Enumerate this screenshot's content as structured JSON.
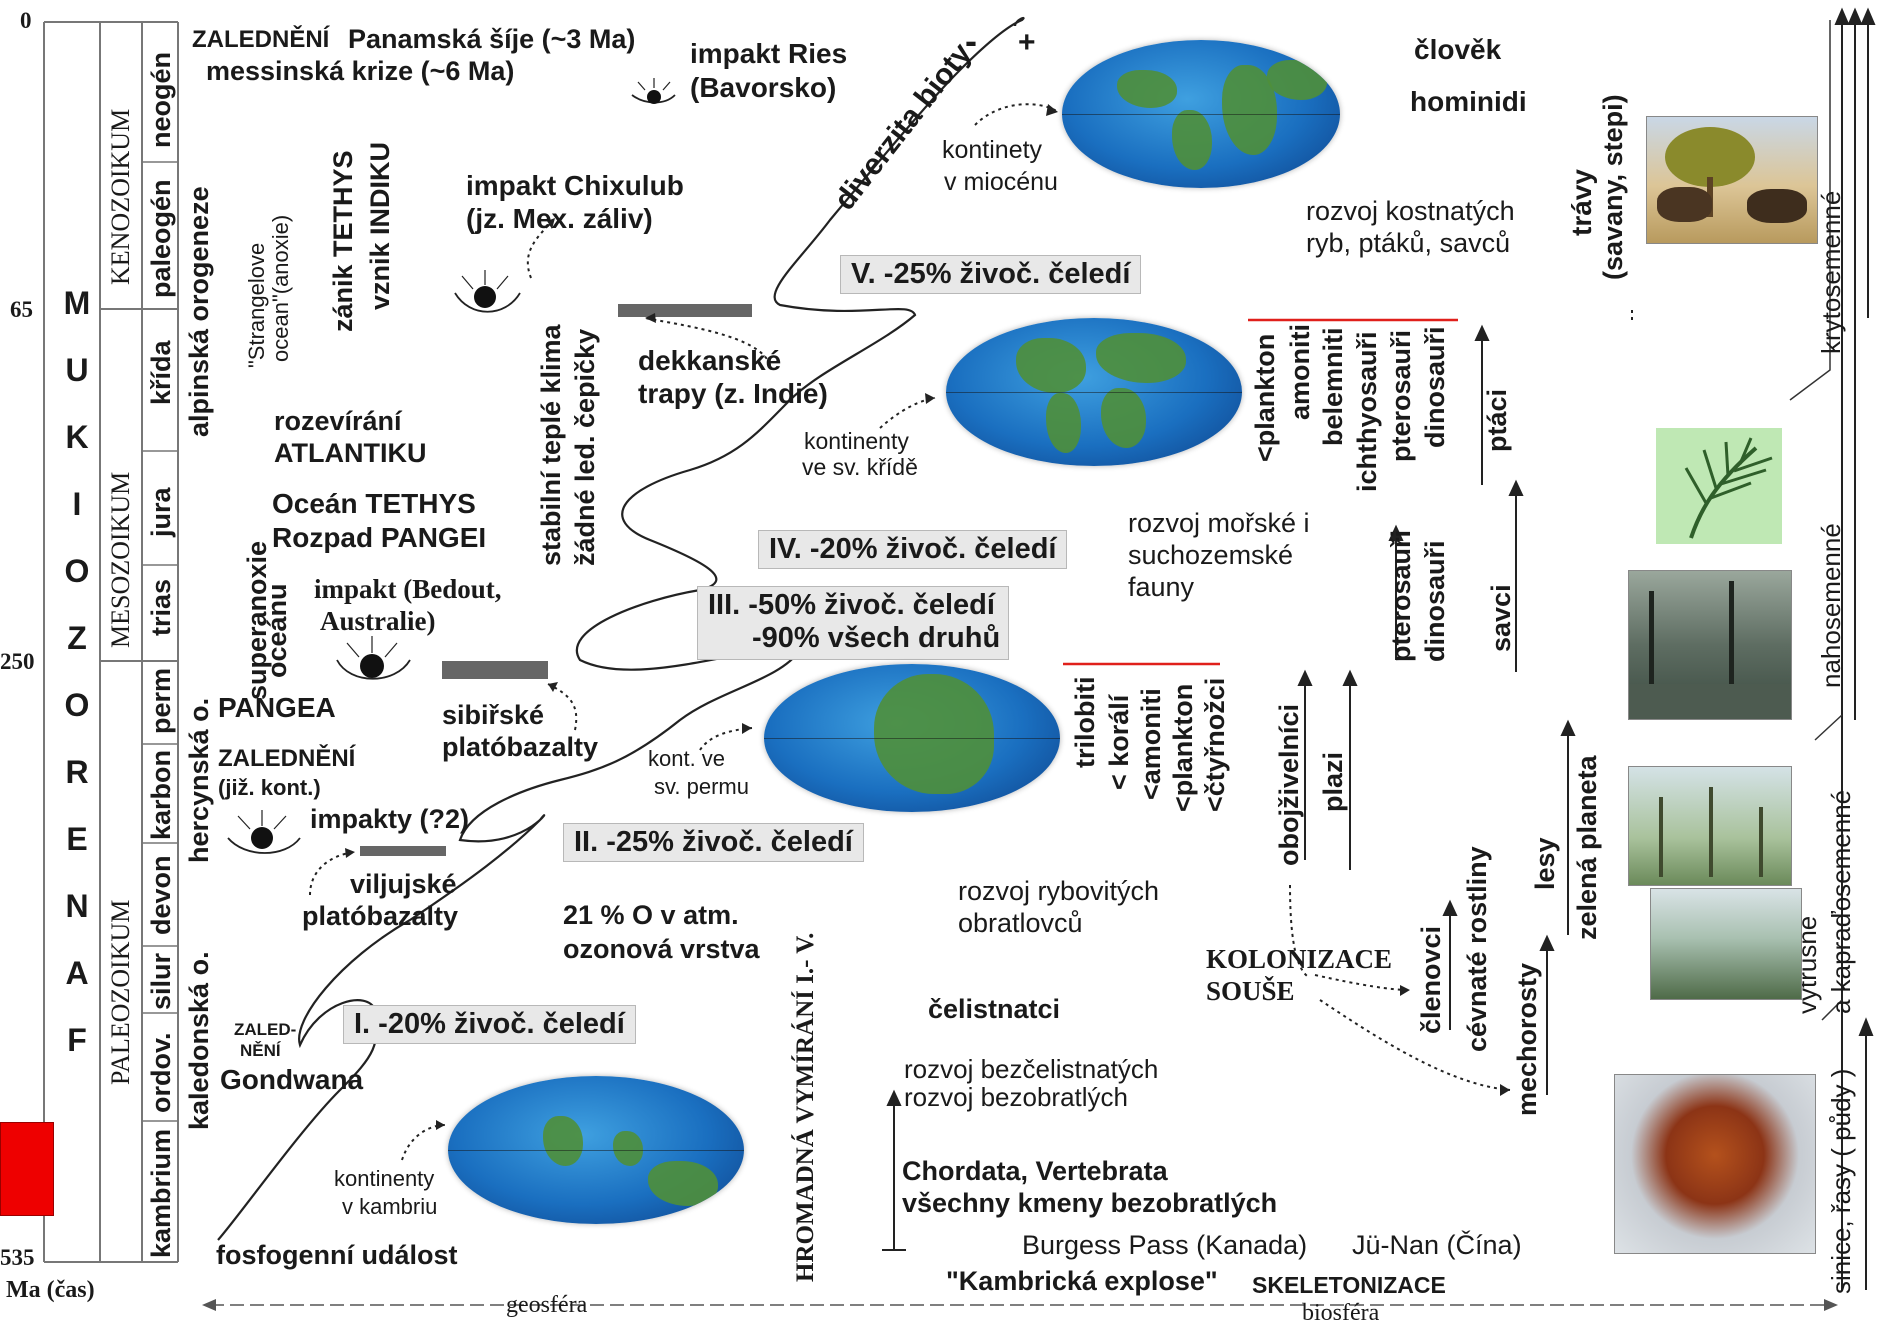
{
  "time_axis": {
    "ticks": [
      "0",
      "65",
      "250",
      "535"
    ],
    "unit_label": "Ma (čas)",
    "eon": "FANEROZOIKUM",
    "eon_letters": [
      "F",
      "A",
      "N",
      "E",
      "R",
      "O",
      "Z",
      "O",
      "I",
      "K",
      "U",
      "M"
    ],
    "eras": [
      "KENOZOIKUM",
      "MESOZOIKUM",
      "PALEOZOIKUM"
    ],
    "periods": [
      "neogén",
      "paleogén",
      "křída",
      "jura",
      "trias",
      "perm",
      "karbon",
      "devon",
      "silur",
      "ordov.",
      "kambrium"
    ]
  },
  "geo": {
    "orogenies": [
      "alpinská orogeneze",
      "hercynská o.",
      "kaledonská o."
    ],
    "zaledneni_top": "ZALEDNĚNÍ",
    "panama": "Panamská šíje (~3 Ma)",
    "messin": "messinská krize (~6 Ma)",
    "ries1": "impakt Ries",
    "ries2": "(Bavorsko)",
    "chix1": "impakt Chixulub",
    "chix2": "(jz. Mex. záliv)",
    "strangelove": "\"Strangelove",
    "strangelove2": "ocean\"(anoxie)",
    "tethys_end1": "zánik TETHYS",
    "tethys_end2": "vznik INDIKU",
    "atlantik1": "rozevírání",
    "atlantik2": "ATLANTIKU",
    "tethys1": "Oceán TETHYS",
    "tethys2": "Rozpad PANGEI",
    "bedout1": "impakt (Bedout,",
    "bedout2": "Australie)",
    "superanoxie1": "superanoxie",
    "superanoxie2": "oceánu",
    "pangea": "PANGEA",
    "zaled_karbon1": "ZALEDNĚNÍ",
    "zaled_karbon2": "(již. kont.)",
    "impakty": "impakty (?2)",
    "viljuj1": "viljujské",
    "viljuj2": "platóbazalty",
    "zaled_small1": "ZALED-",
    "zaled_small2": "NĚNÍ",
    "gondwana": "Gondwana",
    "fosfo": "fosfogenní událost",
    "klima1": "stabilní teplé klima",
    "klima2": "žádné led. čepičky",
    "dekkan1": "dekkanské",
    "dekkan2": "trapy (z. Indie)",
    "sibir1": "sibiřské",
    "sibir2": "platóbazalty",
    "o2a": "21 % O  v atm.",
    "o2b": "ozonová vrstva",
    "hromadna": "HROMADNÁ VYMÍRÁNÍ  I.- V.",
    "geosfera": "geosféra",
    "biosfera": "biosféra"
  },
  "diverzita": {
    "label": "diverzita bioty",
    "minus": "-",
    "plus": "+"
  },
  "extinctions": [
    "V. -25% živoč. čeledí",
    "IV. -20% živoč. čeledí",
    "III. -50% živoč. čeledí",
    "-90% všech druhů",
    "II. -25% živoč. čeledí",
    "I. -20% živoč. čeledí"
  ],
  "globes": {
    "miocen1": "kontinety",
    "miocen2": "v miocénu",
    "krida1": "kontinenty",
    "krida2": "ve sv. křídě",
    "perm1": "kont. ve",
    "perm2": "sv. permu",
    "kambrium1": "kontinenty",
    "kambrium2": "v kambriu"
  },
  "bio": {
    "clovek": "člověk",
    "hominidi": "hominidi",
    "kostnate1": "rozvoj kostnatých",
    "kostnate2": "ryb, ptáků, savců",
    "extinct_meso": [
      "<plankton",
      "amoniti",
      "belemniti",
      "ichthyosauři",
      "pterosauři",
      "dinosauři"
    ],
    "ptaci": "ptáci",
    "morske1": "rozvoj mořské i",
    "morske2": "suchozemské",
    "morske3": "fauny",
    "pterosauri": "pterosauři",
    "dinosauri": "dinosauři",
    "savci": "savci",
    "extinct_paleo": [
      "trilobiti",
      "< korálí",
      "<amoniti",
      "<plankton",
      "<čtyřnožci"
    ],
    "obojzivelnici": "obojživelníci",
    "plazi": "plazi",
    "lesy": "lesy",
    "zelena": "zelená planeta",
    "rybovite1": "rozvoj rybovitých",
    "rybovite2": "obratlovců",
    "kolonizace1": "KOLONIZACE",
    "kolonizace2": "SOUŠE",
    "clenovci": "členovci",
    "cevnate": "cévnaté rostliny",
    "mechorosty": "mechorosty",
    "celistnatci": "čelistnatci",
    "bezcelist": "rozvoj bezčelistnatých",
    "bezobratli": "rozvoj bezobratlých",
    "chordata1": "Chordata, Vertebrata",
    "chordata2": "všechny kmeny bezobratlých",
    "burgess": "Burgess Pass (Kanada)",
    "junan": "Jü-Nan (Čína)",
    "explose": "\"Kambrická explose\"",
    "skelet": "SKELETONIZACE"
  },
  "plants": {
    "travy1": "trávy",
    "travy2": "(savany, stepi)",
    "krytosemenne": "krytosemenné",
    "nahosemenne": "nahosemenné",
    "vytrusne1": "výtrusné",
    "vytrusne2": "a kapraďosemenné",
    "sinice": "sinice, řasy ( půdy )"
  },
  "colors": {
    "box_fill": "#e8e8e8",
    "red_line": "#e0201b",
    "bar": "#666666",
    "marker": "#ee0000"
  }
}
